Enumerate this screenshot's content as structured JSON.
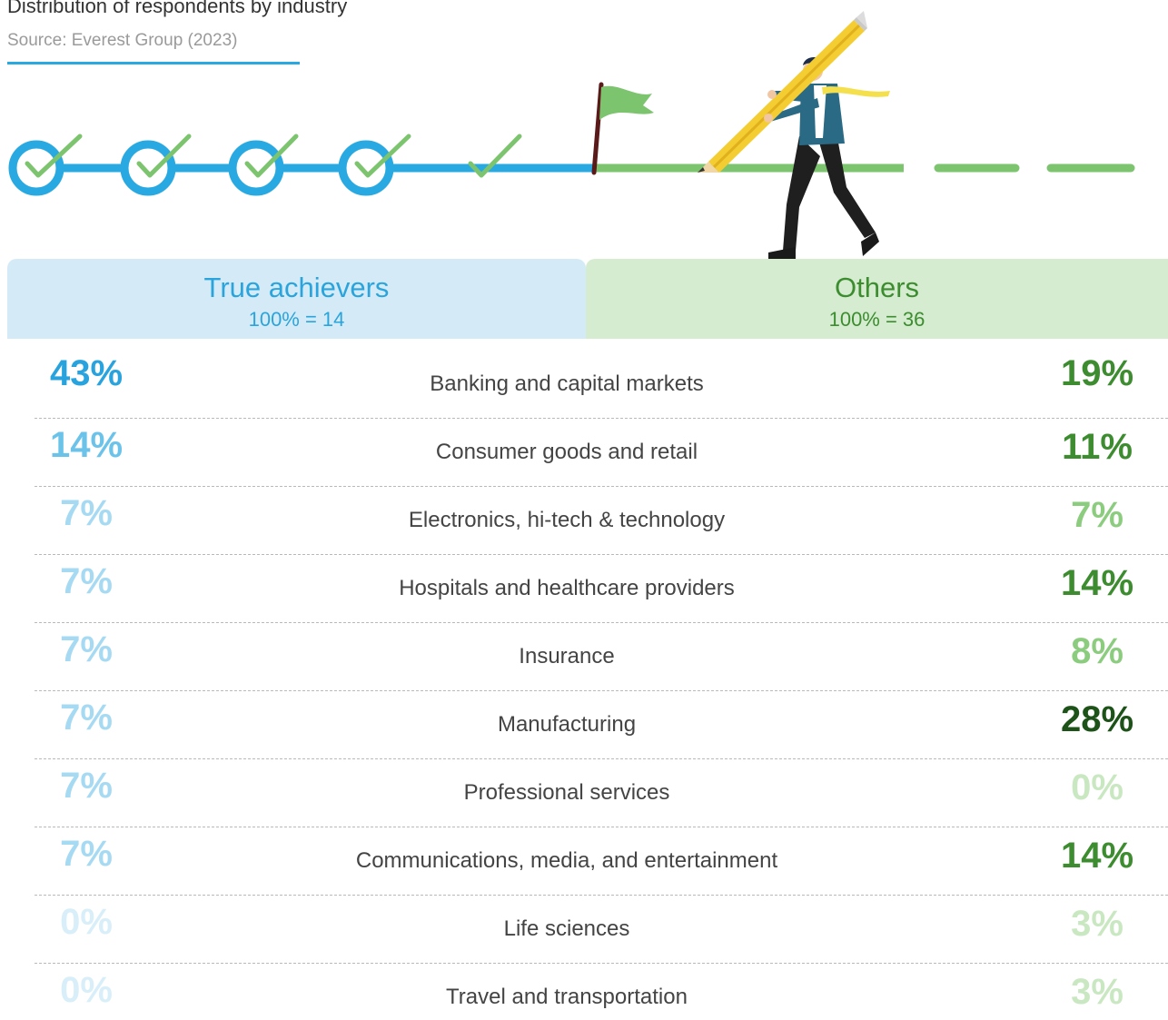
{
  "header": {
    "title": "Distribution of respondents by industry",
    "source": "Source: Everest Group (2023)"
  },
  "colors": {
    "accent_blue": "#29a9e1",
    "accent_green": "#7dc46f",
    "true_achievers_header_bg": "#d4ebf7",
    "others_header_bg": "#d6ecd0",
    "true_achievers_scale": [
      "#29a3dd",
      "#6cc3ea",
      "#a6daf3",
      "#d8eef9"
    ],
    "others_scale": [
      "#1d5218",
      "#3d8c30",
      "#8ccc7f",
      "#c9e8c1"
    ]
  },
  "illustration": {
    "description_icons": [
      "check-circle-icon",
      "check-mark-icon",
      "goal-flag-icon",
      "man-with-pencil-figure"
    ]
  },
  "groups": {
    "true_achievers": {
      "name": "True achievers",
      "base": "100% = 14"
    },
    "others": {
      "name": "Others",
      "base": "100% = 36"
    }
  },
  "chart_data": {
    "type": "table",
    "columns": [
      "True achievers",
      "Others"
    ],
    "categories": [
      "Banking and capital markets",
      "Consumer goods and retail",
      "Electronics, hi-tech & technology",
      "Hospitals and healthcare providers",
      "Insurance",
      "Manufacturing",
      "Professional services",
      "Communications, media, and entertainment",
      "Life sciences",
      "Travel and transportation"
    ],
    "series": [
      {
        "name": "True achievers",
        "values": [
          43,
          14,
          7,
          7,
          7,
          7,
          7,
          7,
          0,
          0
        ]
      },
      {
        "name": "Others",
        "values": [
          19,
          11,
          7,
          14,
          8,
          28,
          0,
          14,
          3,
          3
        ]
      }
    ],
    "value_labels": {
      "true_achievers": [
        "43%",
        "14%",
        "7%",
        "7%",
        "7%",
        "7%",
        "7%",
        "7%",
        "0%",
        "0%"
      ],
      "others": [
        "19%",
        "11%",
        "7%",
        "14%",
        "8%",
        "28%",
        "0%",
        "14%",
        "3%",
        "3%"
      ]
    },
    "unit": "%"
  }
}
